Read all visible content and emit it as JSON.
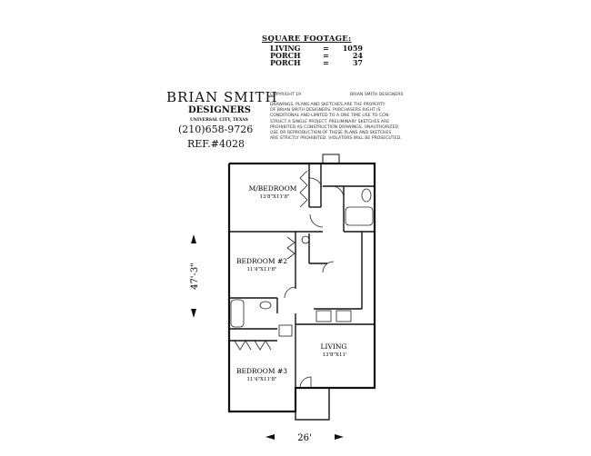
{
  "square_footage": {
    "title": "SQUARE FOOTAGE:",
    "rows": [
      {
        "label": "LIVING",
        "eq": "=",
        "value": "1059"
      },
      {
        "label": "PORCH",
        "eq": "=",
        "value": "24"
      },
      {
        "label": "PORCH",
        "eq": "=",
        "value": "37"
      }
    ]
  },
  "designer": {
    "name": "BRIAN SMITH",
    "subtitle": "DESIGNERS",
    "city": "UNIVERSAL CITY, TEXAS",
    "phone": "(210)658-9726",
    "ref": "REF.#4028"
  },
  "legal": {
    "copyright": "COPYRIGHT 19",
    "copyright_owner": "BRIAN SMITH DESIGNERS",
    "lines": [
      "DRAWINGS, PLANS AND SKETCHES ARE THE PROPERTY",
      "OF BRIAN SMITH DESIGNERS.  PURCHASERS RIGHT IS",
      "CONDITIONAL AND LIMITED TO A ONE TIME USE TO CON-",
      "STRUCT A SINGLE PROJECT.  PRELIMINARY SKETCHES ARE",
      "PROHIBITED AS CONSTRUCTION DRAWINGS.  UNAUTHORIZED",
      "USE OR REPRODUCTION OF THESE PLANS AND SKETCHES",
      "ARE STRICTLY PROHIBITED.  VIOLATORS WILL BE PROSECUTED."
    ]
  },
  "rooms": {
    "master": {
      "name": "M/BEDROOM",
      "size": "13'8\"X11'8\""
    },
    "bed2": {
      "name": "BEDROOM  #2",
      "size": "11'4\"X11'8\""
    },
    "living": {
      "name": "LIVING",
      "size": "13'8\"X11'"
    },
    "bed3": {
      "name": "BEDROOM  #3",
      "size": "11'4\"X11'8\""
    }
  },
  "dimensions": {
    "depth": "47'-3\"",
    "width": "26'"
  }
}
